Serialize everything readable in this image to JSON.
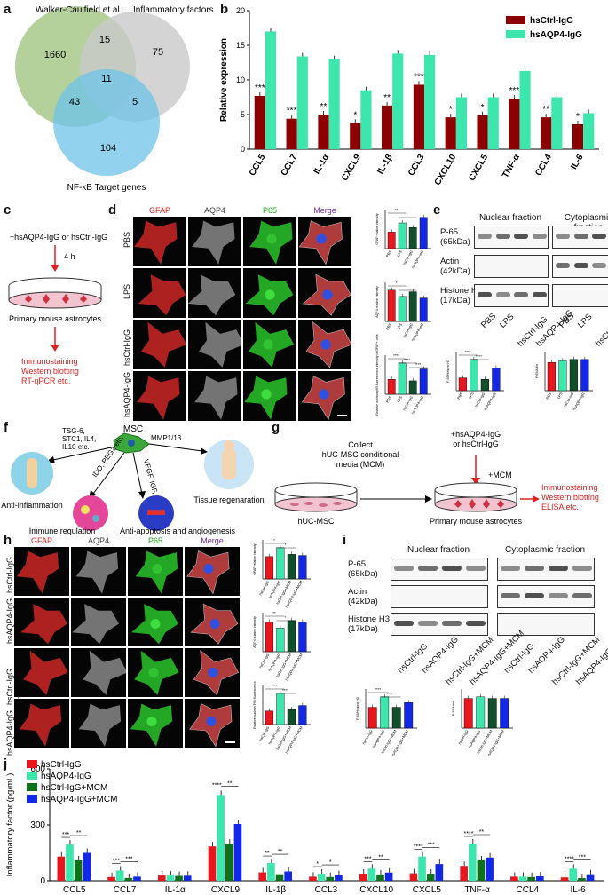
{
  "panels": {
    "a": "a",
    "b": "b",
    "c": "c",
    "d": "d",
    "e": "e",
    "f": "f",
    "g": "g",
    "h": "h",
    "i": "i",
    "j": "j"
  },
  "venn": {
    "set1": "Walker-Caulfield et al.",
    "set2": "Inflammatory factors",
    "set3": "NF-κB Target genes",
    "only1": "1660",
    "only2": "75",
    "only3": "104",
    "s12": "15",
    "s13": "43",
    "s23": "5",
    "s123": "11",
    "colors": {
      "set1": "#a8c98a",
      "set2": "#c9c9c9",
      "set3": "#6ec3ea"
    }
  },
  "chart_b": {
    "type": "bar",
    "ylabel": "Relative expression",
    "ylim": [
      0,
      20
    ],
    "yticks": [
      0,
      5,
      10,
      15,
      20
    ],
    "categories": [
      "CCL5",
      "CCL7",
      "IL-1α",
      "CXCL9",
      "IL-1β",
      "CCL3",
      "CXCL10",
      "CXCL5",
      "TNF-α",
      "CCL4",
      "IL-6"
    ],
    "series": [
      {
        "name": "hsCtrl-IgG",
        "color": "#8b0000",
        "values": [
          7.7,
          4.4,
          5.0,
          3.8,
          6.3,
          9.3,
          4.6,
          4.9,
          7.3,
          4.6,
          3.6
        ]
      },
      {
        "name": "hsAQP4-IgG",
        "color": "#3de6ad",
        "values": [
          17.0,
          13.4,
          13.0,
          8.5,
          13.8,
          13.6,
          7.5,
          7.5,
          11.3,
          7.5,
          5.2
        ]
      }
    ],
    "sig": [
      "***",
      "***",
      "**",
      "*",
      "**",
      "***",
      "*",
      "*",
      "***",
      "**",
      "*"
    ]
  },
  "c": {
    "treat": "+hsAQP4-IgG or hsCtrl-IgG",
    "time": "4 h",
    "cells": "Primary mouse astrocytes",
    "assays": "Immunostaining\nWestern blotting\nRT-qPCR etc."
  },
  "d": {
    "channels": [
      "GFAP",
      "AQP4",
      "P65",
      "Merge"
    ],
    "channel_colors": [
      "#e82020",
      "#444444",
      "#18a818",
      "#7030a0"
    ],
    "rows": [
      "PBS",
      "LPS",
      "hsCtrl-IgG",
      "hsAQP4-IgG"
    ],
    "quant": [
      {
        "ylabel": "GFAP relative intensity",
        "values": [
          0.9,
          1.4,
          1.15,
          1.7
        ],
        "sig": [
          "**",
          "*"
        ]
      },
      {
        "ylabel": "AQP4 relative intensity",
        "values": [
          1.0,
          0.8,
          0.95,
          0.75
        ],
        "sig": [
          "*",
          "*"
        ]
      },
      {
        "ylabel": "Relative nucleus p65 fluorescence intensity in GFAP+ cells",
        "values": [
          1.0,
          2.1,
          0.9,
          1.7
        ],
        "sig": [
          "****",
          "****",
          "****"
        ]
      }
    ],
    "xcats": [
      "PBS",
      "LPS",
      "hsCtrl-IgG",
      "hsAQP4-IgG"
    ]
  },
  "e": {
    "nuclear": "Nuclear fraction",
    "cytoplasmic": "Cytoplasmic fraction",
    "markers": [
      "P-65\n(65kDa)",
      "Actin\n(42kDa)",
      "Histone H3\n(17kDa)"
    ],
    "lanes": [
      "PBS",
      "LPS",
      "hsCtrl-IgG",
      "hsAQP4-IgG"
    ],
    "quant_left": {
      "ylabel": "P-65/Histone H3",
      "values": [
        0.45,
        1.1,
        0.4,
        0.8
      ],
      "sig": [
        "****",
        "****"
      ]
    },
    "quant_right": {
      "ylabel": "P-65/Actin",
      "values": [
        0.95,
        1.0,
        1.05,
        1.05
      ]
    }
  },
  "f": {
    "center": "MSC",
    "factors1": "TSG-6,\nSTC1, IL4,\nIL10 etc.",
    "factors2": "MMP1/13",
    "factors3": "IDO, PEG2 etc.",
    "factors4": "VEGF, IGF, HGF etc.",
    "out1": "Anti-inflammation",
    "out2": "Tissue regenaration",
    "out3": "Immune regulation",
    "out4": "Anti-apoptosis and angiogenesis"
  },
  "g": {
    "collect": "Collect\nhUC-MSC conditional\nmedia (MCM)",
    "treat": "+hsAQP4-IgG\nor hsCtrl-IgG",
    "mcm": "+MCM",
    "dish1": "hUC-MSC",
    "dish2": "Primary mouse astrocytes",
    "assays": "Immunostaining\nWestern blotting\nELISA etc."
  },
  "h": {
    "channels": [
      "GFAP",
      "AQP4",
      "P65",
      "Merge"
    ],
    "rows": [
      "hsCtrl-IgG",
      "hsAQP4-IgG",
      "hsCtrl-IgG\n+MCM",
      "hsAQP4-IgG\n+MCM"
    ],
    "quant": [
      {
        "ylabel": "GFAP relative intensity",
        "values": [
          1.0,
          1.4,
          1.1,
          1.05
        ],
        "sig": [
          "*",
          "*"
        ]
      },
      {
        "ylabel": "AQP4 relative intensity",
        "values": [
          1.0,
          0.8,
          1.05,
          1.0
        ],
        "sig": [
          "**",
          "*"
        ]
      },
      {
        "ylabel": "Relative nucleus P65 fluorescence",
        "values": [
          1.0,
          2.3,
          1.1,
          1.4
        ],
        "sig": [
          "****",
          "****"
        ]
      }
    ],
    "xcats": [
      "hsCtrl-IgG",
      "hsAQP4-IgG",
      "hsCtrl-IgG+MCM",
      "hsAQP4-IgG+MCM"
    ]
  },
  "i": {
    "nuclear": "Nuclear fraction",
    "cytoplasmic": "Cytoplasmic fraction",
    "markers": [
      "P-65\n(65kDa)",
      "Actin\n(42kDa)",
      "Histone H3\n(17kDa)"
    ],
    "lanes": [
      "hsCtrl-IgG",
      "hsAQP4-IgG",
      "hsCtrl-IgG+MCM",
      "hsAQP4-IgG+MCM"
    ],
    "quant_left": {
      "ylabel": "P-65/Histone H3",
      "values": [
        0.9,
        1.35,
        0.9,
        1.1
      ],
      "sig": [
        "****",
        "****"
      ]
    },
    "quant_right": {
      "ylabel": "P-65/Actin",
      "values": [
        0.95,
        1.0,
        0.95,
        0.95
      ]
    }
  },
  "chart_j": {
    "type": "bar",
    "ylabel": "Inflammatory factor (pg/mL)",
    "ylim": [
      0,
      600
    ],
    "yticks": [
      0,
      300,
      600
    ],
    "categories": [
      "CCL5",
      "CCL7",
      "IL-1α",
      "CXCL9",
      "IL-1β",
      "CCL3",
      "CXCL10",
      "CXCL5",
      "TNF-α",
      "CCL4",
      "IL-6"
    ],
    "series": [
      {
        "name": "hsCtrl-IgG",
        "color": "#e8171f",
        "values": [
          130,
          20,
          28,
          185,
          45,
          22,
          38,
          40,
          80,
          22,
          18
        ]
      },
      {
        "name": "hsAQP4-IgG",
        "color": "#3de6ad",
        "values": [
          195,
          55,
          28,
          460,
          95,
          38,
          65,
          130,
          200,
          22,
          65
        ]
      },
      {
        "name": "hsCtrl-IgG+MCM",
        "color": "#0f6f1a",
        "values": [
          110,
          15,
          26,
          200,
          35,
          20,
          34,
          38,
          110,
          20,
          14
        ]
      },
      {
        "name": "hsAQP4-IgG+MCM",
        "color": "#1228e6",
        "values": [
          150,
          22,
          27,
          305,
          50,
          30,
          44,
          90,
          125,
          24,
          35
        ]
      }
    ],
    "sig": [
      [
        "***",
        "**"
      ],
      [
        "***",
        "***"
      ],
      [],
      [
        "****",
        "**"
      ],
      [
        "**",
        "**"
      ],
      [
        "*",
        "*"
      ],
      [
        "***",
        "**"
      ],
      [
        "****",
        "***"
      ],
      [
        "****",
        "**"
      ],
      [],
      [
        "****",
        "***"
      ]
    ]
  }
}
